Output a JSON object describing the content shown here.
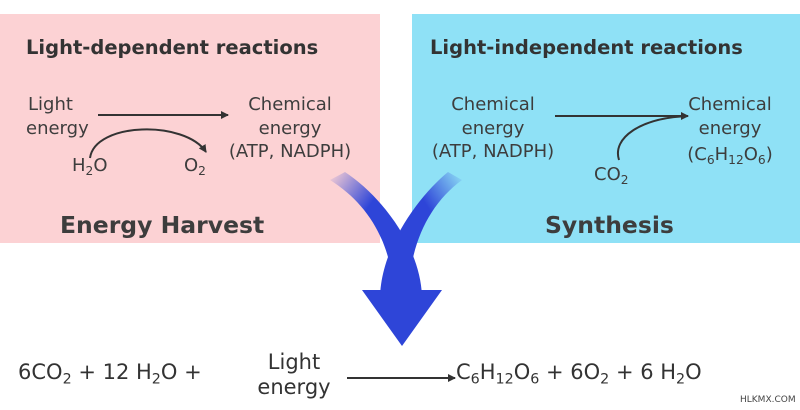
{
  "left": {
    "title": "Light-dependent reactions",
    "input_line1": "Light",
    "input_line2": "energy",
    "output_line1": "Chemical",
    "output_line2": "energy",
    "output_line3": "(ATP, NADPH)",
    "reactant_main": "H",
    "reactant_sub": "2",
    "reactant_tail": "O",
    "product_main": "O",
    "product_sub": "2",
    "footer": "Energy Harvest",
    "color": "#fcd2d4"
  },
  "right": {
    "title": "Light-independent reactions",
    "input_line1": "Chemical",
    "input_line2": "energy",
    "input_line3": "(ATP, NADPH)",
    "output_line1": "Chemical",
    "output_line2": "energy",
    "glucose": {
      "open": "(C",
      "c_sub": "6",
      "h": "H",
      "h_sub": "12",
      "o": "O",
      "o_sub": "6",
      "close": ")"
    },
    "co2_main": "CO",
    "co2_sub": "2",
    "footer": "Synthesis",
    "color": "#8fe1f6"
  },
  "equation": {
    "reactant1_main": "6CO",
    "reactant1_sub": "2",
    "plus1": "+ 12 H",
    "reactant2_sub": "2",
    "reactant2_tail": "O",
    "plus2": "+",
    "light_line1": "Light",
    "light_line2": "energy",
    "product1_c": "C",
    "product1_c_sub": "6",
    "product1_h": "H",
    "product1_h_sub": "12",
    "product1_o": "O",
    "product1_o_sub": "6",
    "plus3": "+ 6O",
    "product2_sub": "2",
    "plus4": "+ 6 H",
    "product3_sub": "2",
    "product3_tail": "O"
  },
  "merge_arrow_color": "#2e45d8",
  "watermark": "HLKMX.COM"
}
